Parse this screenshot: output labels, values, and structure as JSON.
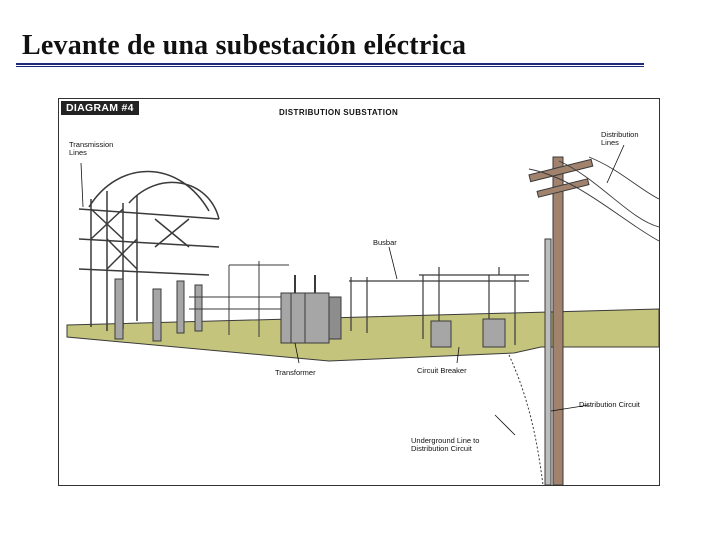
{
  "slide": {
    "title": "Levante de una subestación eléctrica"
  },
  "diagram": {
    "badge": "DIAGRAM #4",
    "title": "DISTRIBUTION SUBSTATION",
    "labels": {
      "transmission_lines": "Transmission\nLines",
      "distribution_lines": "Distribution\nLines",
      "busbar": "Busbar",
      "transformer": "Transformer",
      "circuit_breaker": "Circuit Breaker",
      "distribution_circuit": "Distribution Circuit",
      "underground_line": "Underground Line to\nDistribution Circuit"
    },
    "colors": {
      "ground": "#c5c47c",
      "pole": "#a0826d",
      "equipment": "#a6a6a6",
      "outline": "#3a3a3a"
    }
  }
}
